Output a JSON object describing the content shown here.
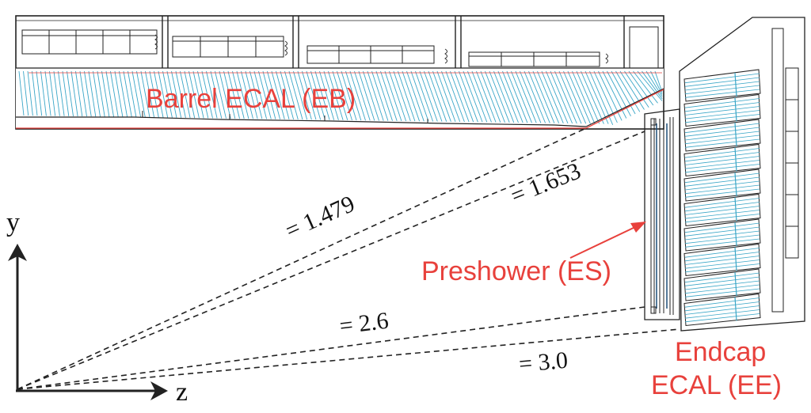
{
  "labels": {
    "barrel": "Barrel ECAL (EB)",
    "preshower": "Preshower (ES)",
    "endcap_line1": "Endcap",
    "endcap_line2": "ECAL (EE)"
  },
  "axes": {
    "y_label": "y",
    "z_label": "z"
  },
  "eta_lines": [
    {
      "id": "eta-1-479",
      "text": "= 1.479"
    },
    {
      "id": "eta-1-653",
      "text": "= 1.653"
    },
    {
      "id": "eta-2-6",
      "text": "= 2.6"
    },
    {
      "id": "eta-3-0",
      "text": "= 3.0"
    }
  ],
  "colors": {
    "label": "#e8413c",
    "crystal": "#3aa6c7",
    "outline": "#222222",
    "arrow": "#e8413c"
  }
}
